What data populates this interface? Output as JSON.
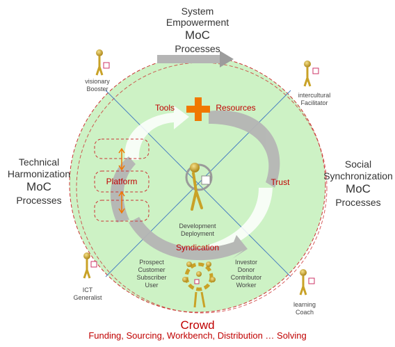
{
  "top": {
    "line1": "System",
    "line2": "Empowerment",
    "moc": "MoC",
    "processes": "Processes"
  },
  "left": {
    "line1": "Technical",
    "line2": "Harmonization",
    "moc": "MoC",
    "processes": "Processes"
  },
  "right": {
    "line1": "Social",
    "line2": "Synchronization",
    "moc": "MoC",
    "processes": "Processes"
  },
  "bottom": {
    "crowd": "Crowd",
    "subtitle": "Funding, Sourcing, Workbench, Distribution … Solving"
  },
  "roles": {
    "visionary": {
      "line1": "visionary",
      "line2": "Booster"
    },
    "intercultural": {
      "line1": "intercultural",
      "line2": "Facilitator"
    },
    "ict": {
      "line1": "ICT",
      "line2": "Generalist"
    },
    "learning": {
      "line1": "learning",
      "line2": "Coach"
    }
  },
  "inner": {
    "tools": "Tools",
    "resources": "Resources",
    "platform": "Platform",
    "trust": "Trust",
    "syndication": "Syndication",
    "development": "Development",
    "deployment": "Deployment",
    "left_group": [
      "Prospect",
      "Customer",
      "Subscriber",
      "User"
    ],
    "right_group": [
      "Investor",
      "Donor",
      "Contributor",
      "Worker"
    ]
  },
  "colors": {
    "circle_fill": "#cdf2c5",
    "dash_red": "#cc3333",
    "label_red": "#c00000",
    "arrow_gray": "#b5b5b5",
    "plus_orange": "#f07800",
    "figure_gold": "#c9a227"
  },
  "icons": [
    "plus-icon",
    "gold-figure-icon",
    "arrow-right-icon",
    "cycle-arrow-icon"
  ]
}
